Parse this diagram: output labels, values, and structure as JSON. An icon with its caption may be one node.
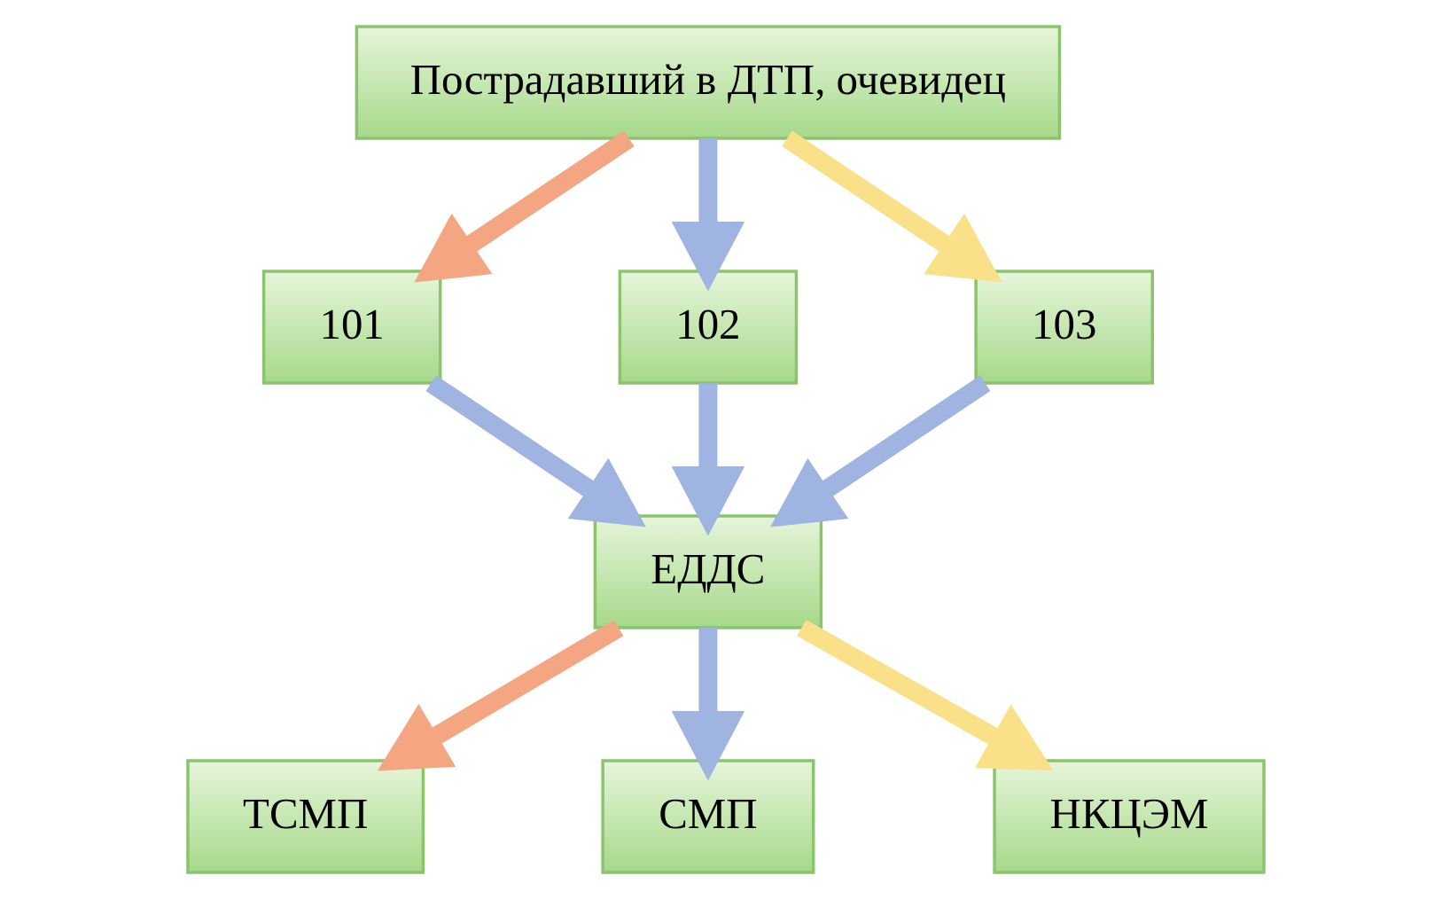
{
  "diagram": {
    "nodes": [
      {
        "text": [
          "Пострадавший в ДТП, очевидец"
        ]
      },
      {
        "text": [
          "101"
        ]
      },
      {
        "text": [
          "102"
        ]
      },
      {
        "text": [
          "103"
        ]
      },
      {
        "text": [
          "ЕДДС"
        ]
      },
      {
        "text": [
          "ТСМП"
        ]
      },
      {
        "text": [
          "СМП"
        ]
      },
      {
        "text": [
          "НКЦЭМ"
        ]
      }
    ],
    "edges": [
      {
        "from": 0,
        "to": 1,
        "arrow": "to",
        "color": "#f4a683"
      },
      {
        "from": 0,
        "to": 2,
        "arrow": "to"
      },
      {
        "from": 0,
        "to": 3,
        "arrow": "to",
        "color": "#fbe08a"
      },
      {
        "from": 1,
        "to": 4,
        "arrow": "to"
      },
      {
        "from": 2,
        "to": 4,
        "arrow": "to"
      },
      {
        "from": 3,
        "to": 4,
        "arrow": "to"
      },
      {
        "from": 4,
        "to": 5,
        "arrow": "to",
        "color": "#f4a683"
      },
      {
        "from": 4,
        "to": 6,
        "arrow": "to"
      },
      {
        "from": 4,
        "to": 7,
        "arrow": "to",
        "color": "#fbe08a"
      }
    ]
  }
}
